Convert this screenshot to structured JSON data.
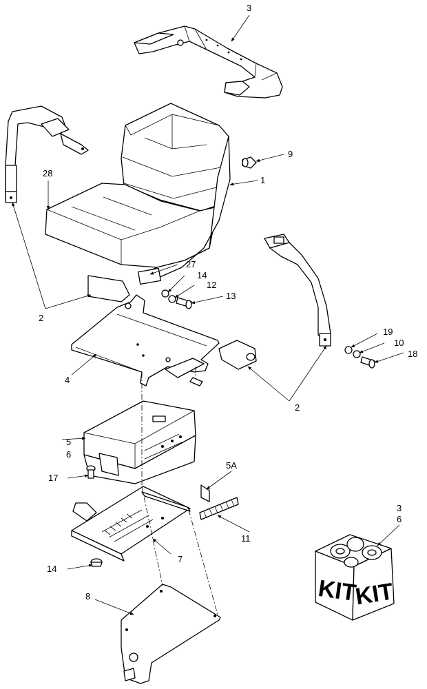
{
  "callouts": {
    "c3_top": "3",
    "c9": "9",
    "c1": "1",
    "c28": "28",
    "c27": "27",
    "c14_seat": "14",
    "c12": "12",
    "c13": "13",
    "c2_left": "2",
    "c4": "4",
    "c19": "19",
    "c10": "10",
    "c18": "18",
    "c2_right": "2",
    "c5": "5",
    "c6": "6",
    "c17": "17",
    "c5a": "5A",
    "c11": "11",
    "c7": "7",
    "c14_lower": "14",
    "c8": "8",
    "c3_kit": "3",
    "c6_kit": "6"
  },
  "kit": {
    "left_label": "KIT",
    "right_label": "KIT"
  }
}
